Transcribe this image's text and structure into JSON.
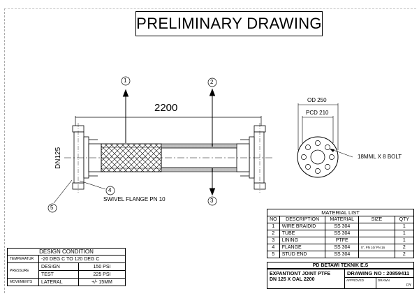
{
  "title": "PRELIMINARY DRAWING",
  "dimensions": {
    "length": "2200",
    "dn": "DN125",
    "od": "OD 250",
    "pcd": "PCD 210",
    "bolt": "18MML X 8 BOLT",
    "swivel_flange": "SWIVEL FLANGE PN 10"
  },
  "balloons": [
    "1",
    "2",
    "3",
    "4",
    "5"
  ],
  "material_list": {
    "title": "MATERIAL LIST",
    "headers": [
      "NO",
      "DESCRIPTION",
      "MATERIAL",
      "SIZE",
      "QTY"
    ],
    "rows": [
      [
        "1",
        "WIRE BRAIDID",
        "SS 304",
        "",
        "1"
      ],
      [
        "2",
        "TUBE",
        "SS 304",
        "",
        "1"
      ],
      [
        "3",
        "LINING",
        "PTFE",
        "",
        "1"
      ],
      [
        "4",
        "FLANGE",
        "SS 304",
        "5\", PN 10/ PN 16",
        "2"
      ],
      [
        "5",
        "STUD END",
        "SS 304",
        "",
        "2"
      ]
    ]
  },
  "company": "PD BETAWI TEKNIK E.S",
  "project_lines": [
    "EXPANTIONT JOINT PTFE",
    "DN 125 X OAL 2200"
  ],
  "drawing_no": "DRAWING NO : 20859411",
  "approved_label": "APPROVED",
  "drawn_label": "DRAWN",
  "drawn_by": "DY",
  "design_condition": {
    "title": "DESIGN CONDITION",
    "temperature_label": "TEMPERATUR",
    "temperature_value": "-20 DEG C TO 120 DEG C",
    "pressure_label": "PRESSURE",
    "design_label": "DESIGN",
    "design_value": "150 PSI",
    "test_label": "TEST",
    "test_value": "225 PSI",
    "movements_label": "MOVEMENTS",
    "lateral_label": "LATERAL",
    "lateral_value": "+/- 15MM"
  }
}
